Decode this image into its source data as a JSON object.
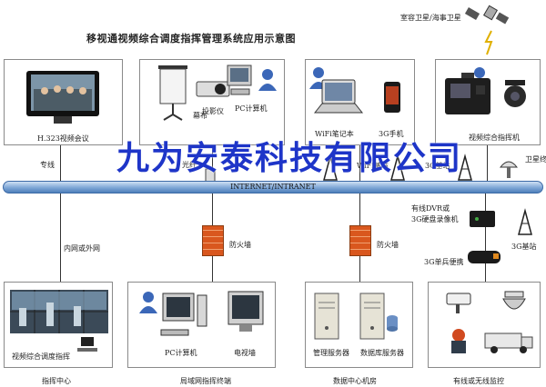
{
  "title": "移视通视频综合调度指挥管理系统应用示意图",
  "watermark": "九为安泰科技有限公司",
  "satellite_label": "室容卫星/海事卫星",
  "bus_label": "INTERNET/INTRANET",
  "top_nodes": {
    "h323": "H.323视频会议",
    "screen": "幕布",
    "projector": "投影仪",
    "pc": "PC计算机",
    "wifi_laptop": "WiFi笔记本",
    "phone_3g": "3G手机",
    "cmd_machine": "视频综合指挥机"
  },
  "link_labels": {
    "dedicated_line": "专线",
    "fiber": "光纤",
    "wifi_ap": "WiFi基站",
    "base_3g_top": "3G基站",
    "sat_terminal": "卫星终端",
    "intranet_or_extranet": "内网或外网",
    "firewall_1": "防火墙",
    "firewall_2": "防火墙"
  },
  "mobile": {
    "dvr": "有线DVR或",
    "dvr2": "3G硬盘录像机",
    "base_3g": "3G基站",
    "soldier": "3G单兵便携"
  },
  "bottom_nodes": {
    "video_dispatch": "视频综合调度指挥",
    "pc": "PC计算机",
    "tv_wall": "电视墙",
    "mgmt_server": "管理服务器",
    "db_server": "数据库服务器"
  },
  "captions": {
    "command_center": "指挥中心",
    "lan_terminal": "局域网指挥终端",
    "data_center": "数据中心机房",
    "monitoring": "有线或无线监控"
  }
}
